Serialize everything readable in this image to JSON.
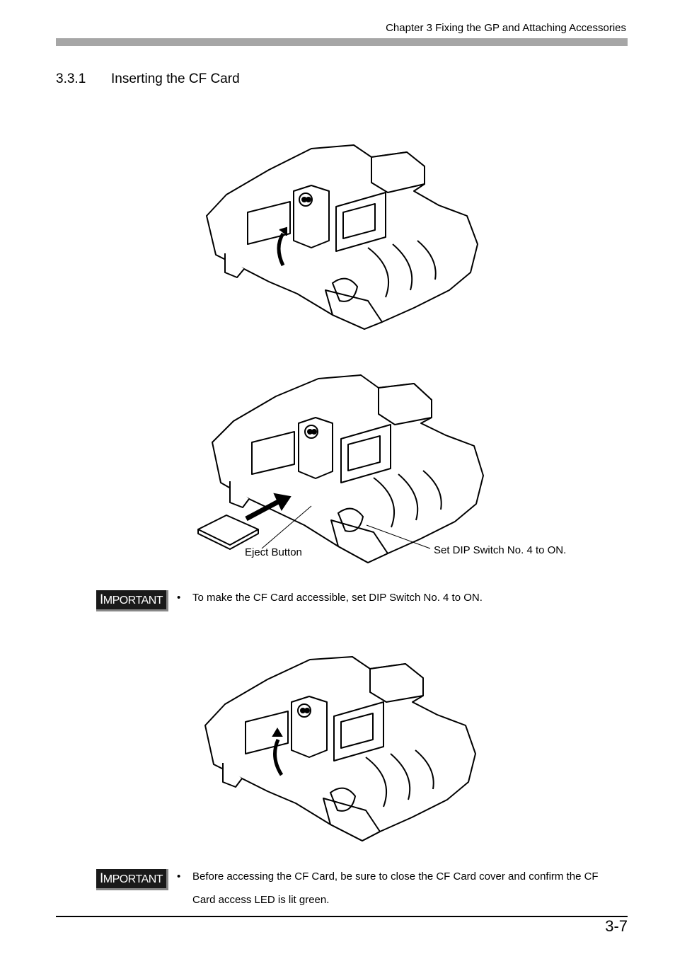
{
  "header": {
    "chapter": "Chapter 3 Fixing the GP and Attaching Accessories"
  },
  "section": {
    "number": "3.3.1",
    "title": "Inserting the CF Card"
  },
  "figure2": {
    "eject_label": "Eject Button",
    "dip_label": "Set DIP Switch No. 4 to ON."
  },
  "important1": {
    "badge_first": "I",
    "badge_rest": "MPORTANT",
    "bullet": "•",
    "text": "To make the CF Card accessible, set DIP Switch No. 4 to ON."
  },
  "important2": {
    "badge_first": "I",
    "badge_rest": "MPORTANT",
    "bullet": "•",
    "text": "Before accessing the CF Card, be sure to close the CF Card cover and confirm the CF Card access LED is lit green."
  },
  "footer": {
    "page": "3-7"
  }
}
